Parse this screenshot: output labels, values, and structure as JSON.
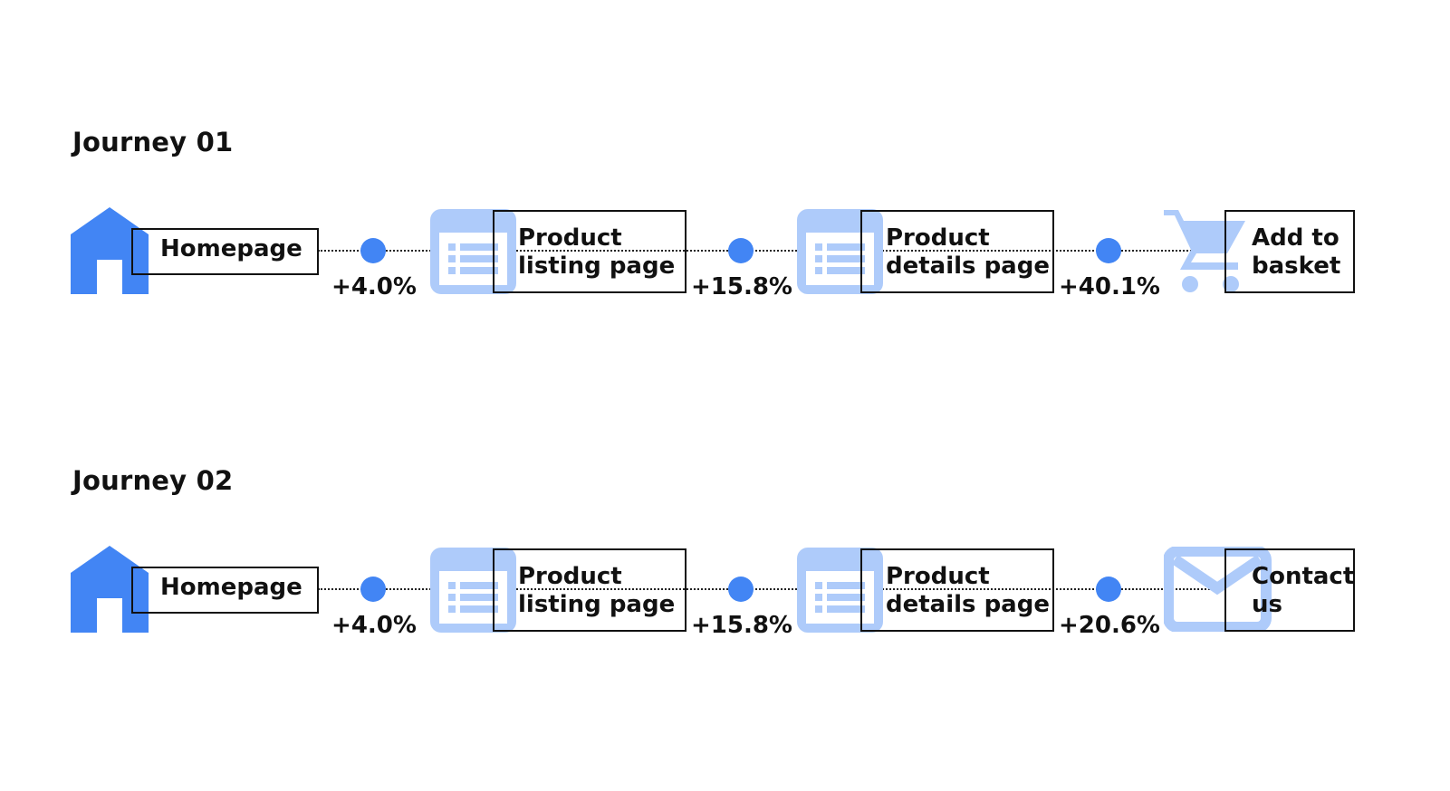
{
  "colors": {
    "primary_blue": "#4285f4",
    "light_blue": "#aecbfa",
    "text": "#111111"
  },
  "journeys": [
    {
      "title": "Journey 01",
      "steps": [
        {
          "label": "Homepage",
          "icon": "home-icon"
        },
        {
          "label": "Product listing page",
          "line1": "Product",
          "line2": "listing page",
          "icon": "list-page-icon"
        },
        {
          "label": "Product details page",
          "line1": "Product",
          "line2": "details page",
          "icon": "list-page-icon"
        },
        {
          "label": "Add to basket",
          "line1": "Add to",
          "line2": "basket",
          "icon": "cart-icon"
        }
      ],
      "transitions": [
        "+4.0%",
        "+15.8%",
        "+40.1%"
      ]
    },
    {
      "title": "Journey 02",
      "steps": [
        {
          "label": "Homepage",
          "icon": "home-icon"
        },
        {
          "label": "Product listing page",
          "line1": "Product",
          "line2": "listing page",
          "icon": "list-page-icon"
        },
        {
          "label": "Product details page",
          "line1": "Product",
          "line2": "details page",
          "icon": "list-page-icon"
        },
        {
          "label": "Contact us",
          "line1": "Contact",
          "line2": "us",
          "icon": "mail-icon"
        }
      ],
      "transitions": [
        "+4.0%",
        "+15.8%",
        "+20.6%"
      ]
    }
  ]
}
